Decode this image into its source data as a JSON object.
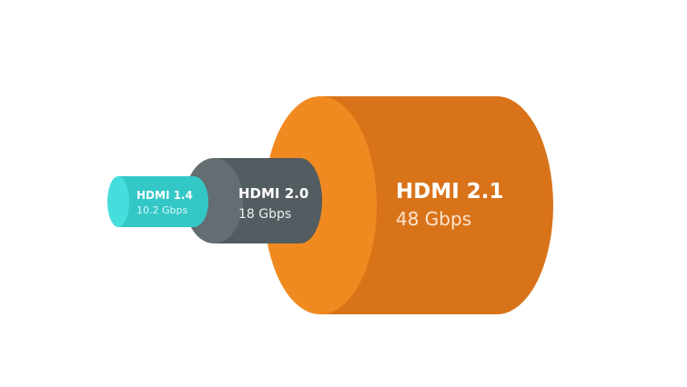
{
  "cables": [
    {
      "name": "HDMI 1.4",
      "speed": "10.2 Gbps",
      "bandwidth_gbps": 10.2,
      "color": "#45dedd",
      "shade": "#33c7c6",
      "speed_color": "#dbf8f8"
    },
    {
      "name": "HDMI 2.0",
      "speed": "18 Gbps",
      "bandwidth_gbps": 18,
      "color": "#646e72",
      "shade": "#535c60",
      "speed_color": "#eef0f1"
    },
    {
      "name": "HDMI 2.1",
      "speed": "48 Gbps",
      "bandwidth_gbps": 48,
      "color": "#f08a20",
      "shade": "#d9731a",
      "speed_color": "#fde5cd"
    }
  ]
}
